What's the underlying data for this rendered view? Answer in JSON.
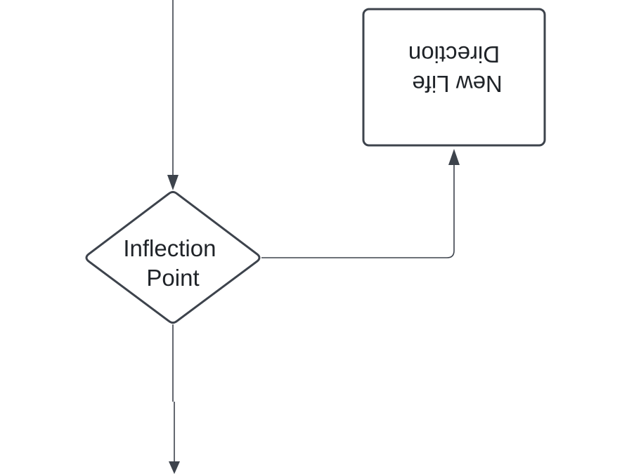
{
  "nodes": {
    "decision": {
      "lines": [
        "Inflection",
        "Point"
      ]
    },
    "process": {
      "lines": [
        "New Life",
        "Direction"
      ],
      "orientation": "upside-down"
    }
  },
  "colors": {
    "stroke": "#3d434c",
    "text": "#1f2328",
    "background": "#ffffff"
  }
}
